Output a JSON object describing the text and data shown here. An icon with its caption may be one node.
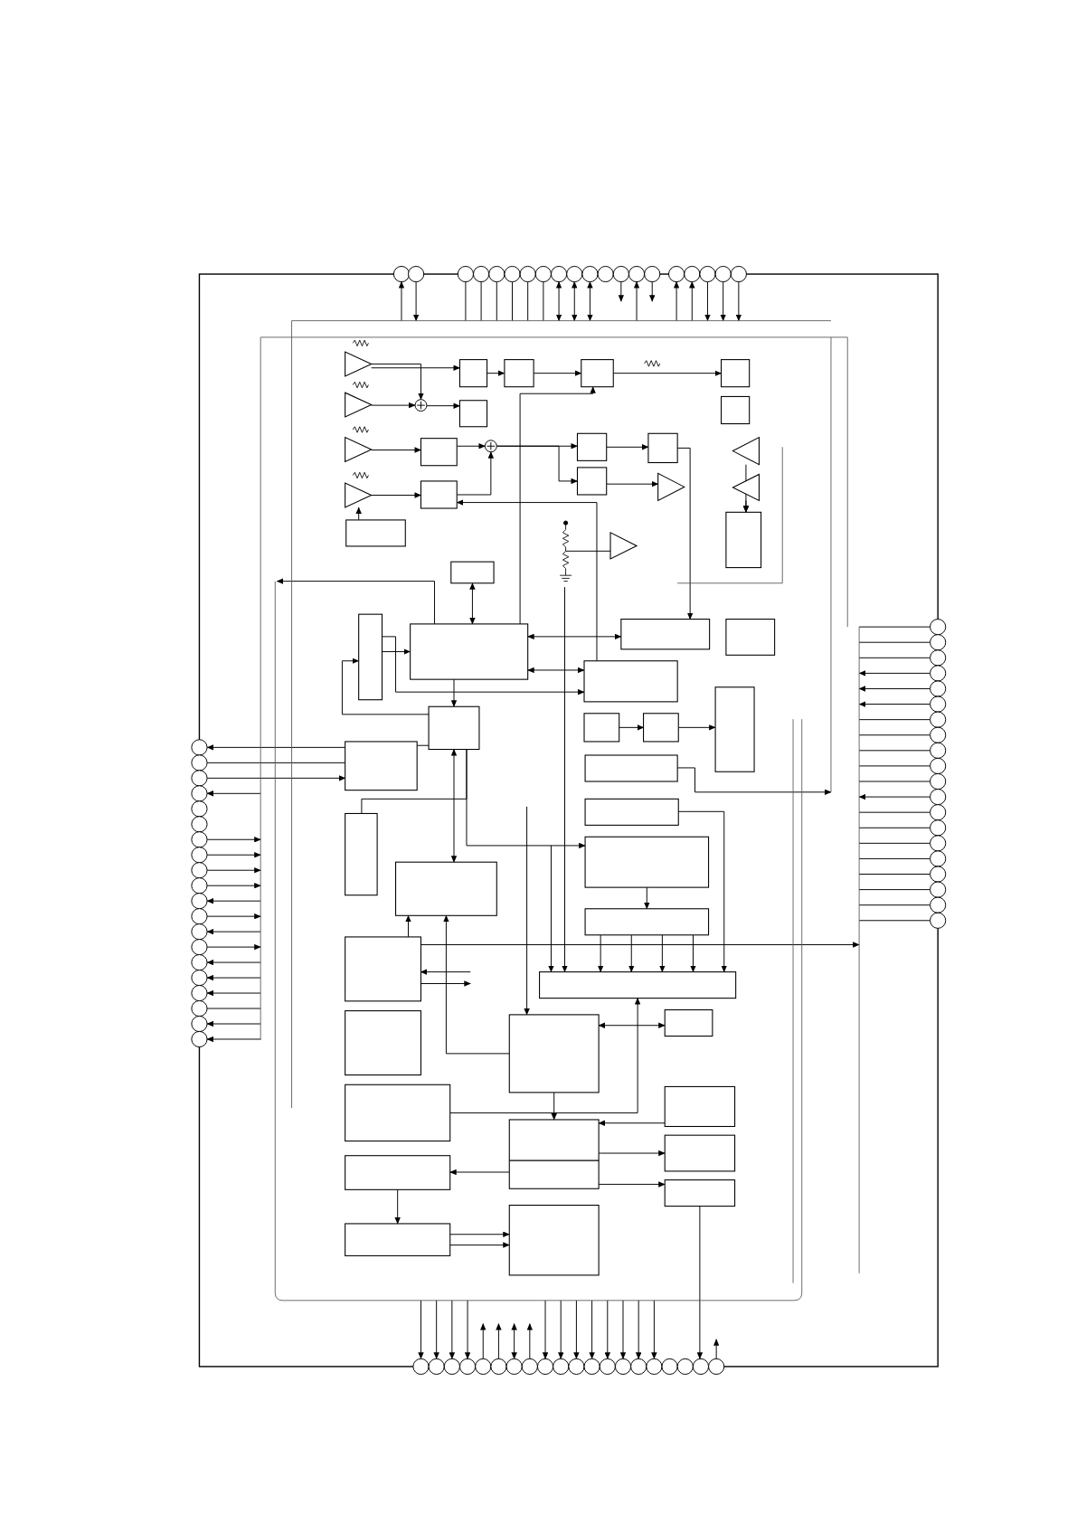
{
  "diagram": {
    "nodes": [
      {
        "text": [],
        "shape": "box"
      },
      {
        "text": [],
        "shape": "circle"
      },
      {
        "text": [],
        "shape": "circle"
      },
      {
        "text": [],
        "shape": "circle"
      },
      {
        "text": [],
        "shape": "circle"
      },
      {
        "text": [],
        "shape": "circle"
      },
      {
        "text": [],
        "shape": "circle"
      },
      {
        "text": [],
        "shape": "circle"
      },
      {
        "text": [],
        "shape": "circle"
      },
      {
        "text": [],
        "shape": "circle"
      },
      {
        "text": [],
        "shape": "circle"
      },
      {
        "text": [],
        "shape": "circle"
      },
      {
        "text": [],
        "shape": "circle"
      },
      {
        "text": [],
        "shape": "circle"
      },
      {
        "text": [],
        "shape": "circle"
      },
      {
        "text": [],
        "shape": "circle"
      },
      {
        "text": [],
        "shape": "circle"
      },
      {
        "text": [],
        "shape": "circle"
      },
      {
        "text": [],
        "shape": "circle"
      },
      {
        "text": [],
        "shape": "circle"
      },
      {
        "text": [],
        "shape": "circle"
      },
      {
        "text": [],
        "shape": "triangle",
        "in": 0
      },
      {
        "text": [],
        "shape": "triangle",
        "in": 0
      },
      {
        "text": [],
        "shape": "triangle",
        "in": 0
      },
      {
        "text": [],
        "shape": "triangle",
        "in": 0
      },
      {
        "text": [],
        "shape": "box",
        "in": 0
      },
      {
        "text": [],
        "shape": "box",
        "in": 0
      },
      {
        "text": [],
        "shape": "box",
        "in": 0
      },
      {
        "text": [],
        "shape": "box",
        "in": 0
      },
      {
        "text": [],
        "shape": "circle",
        "in": 0
      },
      {
        "text": [],
        "shape": "box",
        "in": 0
      },
      {
        "text": [],
        "shape": "box",
        "in": 0
      },
      {
        "text": [],
        "shape": "box",
        "in": 0
      },
      {
        "text": [],
        "shape": "circle",
        "in": 0
      },
      {
        "text": [],
        "shape": "box",
        "in": 0
      },
      {
        "text": [],
        "shape": "box",
        "in": 0
      },
      {
        "text": [],
        "shape": "box",
        "in": 0
      },
      {
        "text": [],
        "shape": "box",
        "in": 0
      },
      {
        "text": [],
        "shape": "box",
        "in": 0
      },
      {
        "text": [],
        "shape": "triangle",
        "in": 0
      },
      {
        "text": [],
        "shape": "triangle",
        "in": 0
      },
      {
        "text": [],
        "shape": "triangle",
        "in": 0
      },
      {
        "text": [],
        "shape": "box",
        "in": 0
      },
      {
        "text": [],
        "shape": "triangle",
        "in": 0
      },
      {
        "text": [],
        "shape": "box",
        "in": 0
      },
      {
        "text": [],
        "shape": "box",
        "in": 0
      },
      {
        "text": [],
        "shape": "box",
        "in": 0
      },
      {
        "text": [],
        "shape": "box",
        "in": 0
      },
      {
        "text": [],
        "shape": "box",
        "in": 0
      },
      {
        "text": [],
        "shape": "box",
        "in": 0
      },
      {
        "text": [],
        "shape": "box",
        "in": 0
      },
      {
        "text": [],
        "shape": "box",
        "in": 0
      },
      {
        "text": [],
        "shape": "box",
        "in": 0
      },
      {
        "text": [],
        "shape": "box",
        "in": 0
      },
      {
        "text": [],
        "shape": "box",
        "in": 0
      },
      {
        "text": [],
        "shape": "box",
        "in": 0
      },
      {
        "text": [],
        "shape": "box",
        "in": 0
      },
      {
        "text": [],
        "shape": "box",
        "in": 0
      },
      {
        "text": [],
        "shape": "box",
        "in": 0
      },
      {
        "text": [],
        "shape": "box",
        "in": 0
      },
      {
        "text": [],
        "shape": "box",
        "in": 0
      },
      {
        "text": [],
        "shape": "box",
        "in": 0
      },
      {
        "text": [],
        "shape": "box",
        "in": 0
      },
      {
        "text": [],
        "shape": "box",
        "in": 0
      },
      {
        "text": [],
        "shape": "box",
        "in": 0
      },
      {
        "text": [],
        "shape": "box",
        "in": 0
      },
      {
        "text": [],
        "shape": "box",
        "in": 0
      },
      {
        "text": [],
        "shape": "box",
        "in": 0
      },
      {
        "text": [],
        "shape": "box",
        "in": 0
      },
      {
        "text": [],
        "shape": "box",
        "in": 0
      },
      {
        "text": [],
        "shape": "box",
        "in": 0
      },
      {
        "text": [],
        "shape": "box",
        "in": 0
      },
      {
        "text": [],
        "shape": "box",
        "in": 0
      },
      {
        "text": [],
        "shape": "box",
        "in": 0
      },
      {
        "text": [],
        "shape": "circle"
      },
      {
        "text": [],
        "shape": "circle"
      },
      {
        "text": [],
        "shape": "circle"
      },
      {
        "text": [],
        "shape": "circle"
      },
      {
        "text": [],
        "shape": "circle"
      },
      {
        "text": [],
        "shape": "circle"
      },
      {
        "text": [],
        "shape": "circle"
      },
      {
        "text": [],
        "shape": "circle"
      },
      {
        "text": [],
        "shape": "circle"
      },
      {
        "text": [],
        "shape": "circle"
      },
      {
        "text": [],
        "shape": "circle"
      },
      {
        "text": [],
        "shape": "circle"
      },
      {
        "text": [],
        "shape": "circle"
      },
      {
        "text": [],
        "shape": "circle"
      },
      {
        "text": [],
        "shape": "circle"
      },
      {
        "text": [],
        "shape": "circle"
      },
      {
        "text": [],
        "shape": "circle"
      },
      {
        "text": [],
        "shape": "circle"
      },
      {
        "text": [],
        "shape": "circle"
      },
      {
        "text": [],
        "shape": "circle"
      },
      {
        "text": [],
        "shape": "circle"
      },
      {
        "text": [],
        "shape": "circle"
      },
      {
        "text": [],
        "shape": "circle"
      },
      {
        "text": [],
        "shape": "circle"
      },
      {
        "text": [],
        "shape": "circle"
      },
      {
        "text": [],
        "shape": "circle"
      },
      {
        "text": [],
        "shape": "circle"
      },
      {
        "text": [],
        "shape": "circle"
      },
      {
        "text": [],
        "shape": "circle"
      },
      {
        "text": [],
        "shape": "circle"
      },
      {
        "text": [],
        "shape": "circle"
      },
      {
        "text": [],
        "shape": "circle"
      },
      {
        "text": [],
        "shape": "circle"
      },
      {
        "text": [],
        "shape": "circle"
      },
      {
        "text": [],
        "shape": "circle"
      },
      {
        "text": [],
        "shape": "circle"
      },
      {
        "text": [],
        "shape": "circle"
      },
      {
        "text": [],
        "shape": "circle"
      },
      {
        "text": [],
        "shape": "circle"
      },
      {
        "text": [],
        "shape": "circle"
      },
      {
        "text": [],
        "shape": "circle"
      },
      {
        "text": [],
        "shape": "circle"
      },
      {
        "text": [],
        "shape": "circle"
      },
      {
        "text": [],
        "shape": "circle"
      },
      {
        "text": [],
        "shape": "circle"
      },
      {
        "text": [],
        "shape": "circle"
      },
      {
        "text": [],
        "shape": "circle"
      },
      {
        "text": [],
        "shape": "circle"
      },
      {
        "text": [],
        "shape": "circle"
      },
      {
        "text": [],
        "shape": "circle"
      },
      {
        "text": [],
        "shape": "circle"
      },
      {
        "text": [],
        "shape": "circle"
      },
      {
        "text": [],
        "shape": "circle"
      },
      {
        "text": [],
        "shape": "circle"
      },
      {
        "text": [],
        "shape": "circle"
      },
      {
        "text": [],
        "shape": "circle"
      },
      {
        "text": [],
        "shape": "circle"
      },
      {
        "text": [],
        "shape": "circle"
      },
      {
        "text": [],
        "shape": "circle"
      },
      {
        "text": [],
        "shape": "circle"
      }
    ],
    "edges": [
      {
        "from": 21,
        "to": 26,
        "arrow": "to"
      },
      {
        "from": 21,
        "to": 29,
        "arrow": "to"
      },
      {
        "from": 22,
        "to": 29,
        "arrow": "to"
      },
      {
        "from": 29,
        "to": 30,
        "arrow": "to"
      },
      {
        "from": 26,
        "to": 27,
        "arrow": "to"
      },
      {
        "from": 27,
        "to": 28,
        "arrow": "to"
      },
      {
        "from": 23,
        "to": 31,
        "arrow": "to"
      },
      {
        "from": 24,
        "to": 32,
        "arrow": "to"
      },
      {
        "from": 31,
        "to": 33,
        "arrow": "to"
      },
      {
        "from": 32,
        "to": 33,
        "arrow": "to"
      },
      {
        "from": 33,
        "to": 34,
        "arrow": "to"
      },
      {
        "from": 33,
        "to": 35,
        "arrow": "to"
      },
      {
        "from": 34,
        "to": 36,
        "arrow": "to"
      },
      {
        "from": 28,
        "to": 37,
        "arrow": "to"
      },
      {
        "from": 35,
        "to": 41,
        "arrow": "to"
      },
      {
        "from": 39,
        "to": 42,
        "arrow": "to"
      },
      {
        "from": 40,
        "to": 42,
        "arrow": "to"
      },
      {
        "from": 25,
        "to": 24,
        "arrow": "to"
      },
      {
        "from": 44,
        "to": 46,
        "arrow": "both"
      },
      {
        "from": 45,
        "to": 46,
        "arrow": "to"
      },
      {
        "from": 46,
        "to": 50,
        "arrow": "to"
      },
      {
        "from": 46,
        "to": 47,
        "arrow": "both"
      },
      {
        "from": 46,
        "to": 49,
        "arrow": "both"
      },
      {
        "from": 51,
        "to": 52,
        "arrow": "to"
      },
      {
        "from": 52,
        "to": 53,
        "arrow": "to"
      },
      {
        "from": 59,
        "to": 50,
        "arrow": "both"
      },
      {
        "from": 54,
        "to": 50,
        "arrow": "none"
      },
      {
        "from": 58,
        "to": 60,
        "arrow": "to"
      },
      {
        "from": 60,
        "to": 62,
        "arrow": "to"
      },
      {
        "from": 60,
        "to": 62,
        "arrow": "to"
      },
      {
        "from": 60,
        "to": 62,
        "arrow": "to"
      },
      {
        "from": 60,
        "to": 62,
        "arrow": "to"
      },
      {
        "from": 57,
        "to": 62,
        "arrow": "to"
      },
      {
        "from": 61,
        "to": 59,
        "arrow": "to"
      },
      {
        "from": 65,
        "to": 64,
        "arrow": "both"
      },
      {
        "from": 65,
        "to": 68,
        "arrow": "to"
      },
      {
        "from": 68,
        "to": 70,
        "arrow": "to"
      },
      {
        "from": 70,
        "to": 72,
        "arrow": "to"
      },
      {
        "from": 72,
        "to": 73,
        "arrow": "to"
      },
      {
        "from": 72,
        "to": 73,
        "arrow": "to"
      },
      {
        "from": 68,
        "to": 69,
        "arrow": "to"
      },
      {
        "from": 67,
        "to": 68,
        "arrow": "to"
      },
      {
        "from": 68,
        "to": 71,
        "arrow": "to"
      },
      {
        "from": 66,
        "to": 62,
        "arrow": "to"
      },
      {
        "from": 65,
        "to": 59,
        "arrow": "to"
      },
      {
        "from": 71,
        "to": 132,
        "arrow": "to"
      },
      {
        "from": null,
        "to": 1,
        "arrow": "to"
      },
      {
        "from": 2,
        "to": null,
        "arrow": "to"
      },
      {
        "from": 3,
        "to": null,
        "arrow": "none"
      },
      {
        "from": 4,
        "to": null,
        "arrow": "none"
      },
      {
        "from": 5,
        "to": null,
        "arrow": "none"
      },
      {
        "from": 6,
        "to": null,
        "arrow": "none"
      },
      {
        "from": 7,
        "to": null,
        "arrow": "none"
      },
      {
        "from": 8,
        "to": null,
        "arrow": "none"
      },
      {
        "from": 9,
        "to": null,
        "arrow": "both"
      },
      {
        "from": 10,
        "to": null,
        "arrow": "both"
      },
      {
        "from": 11,
        "to": null,
        "arrow": "both"
      },
      {
        "from": 13,
        "to": null,
        "arrow": "to"
      },
      {
        "from": null,
        "to": 14,
        "arrow": "to"
      },
      {
        "from": 15,
        "to": null,
        "arrow": "to"
      },
      {
        "from": null,
        "to": 16,
        "arrow": "to"
      },
      {
        "from": null,
        "to": 17,
        "arrow": "to"
      },
      {
        "from": 18,
        "to": null,
        "arrow": "to"
      },
      {
        "from": 19,
        "to": null,
        "arrow": "to"
      },
      {
        "from": 20,
        "to": null,
        "arrow": "to"
      },
      {
        "from": 54,
        "to": 74,
        "arrow": "to"
      },
      {
        "from": 75,
        "to": 54,
        "arrow": "none"
      },
      {
        "from": 76,
        "to": 54,
        "arrow": "to"
      },
      {
        "from": null,
        "to": 77,
        "arrow": "to"
      },
      {
        "from": 80,
        "to": null,
        "arrow": "to"
      },
      {
        "from": 81,
        "to": null,
        "arrow": "to"
      },
      {
        "from": 82,
        "to": null,
        "arrow": "to"
      },
      {
        "from": 83,
        "to": null,
        "arrow": "to"
      },
      {
        "from": null,
        "to": 84,
        "arrow": "to"
      },
      {
        "from": 85,
        "to": null,
        "arrow": "to"
      },
      {
        "from": null,
        "to": 86,
        "arrow": "to"
      },
      {
        "from": 87,
        "to": null,
        "arrow": "to"
      },
      {
        "from": null,
        "to": 88,
        "arrow": "to"
      },
      {
        "from": null,
        "to": 89,
        "arrow": "to"
      },
      {
        "from": null,
        "to": 90,
        "arrow": "to"
      },
      {
        "from": 91,
        "to": null,
        "arrow": "none"
      },
      {
        "from": null,
        "to": 92,
        "arrow": "to"
      },
      {
        "from": null,
        "to": 93,
        "arrow": "to"
      },
      {
        "from": 94,
        "to": null,
        "arrow": "none"
      },
      {
        "from": 95,
        "to": null,
        "arrow": "none"
      },
      {
        "from": 96,
        "to": null,
        "arrow": "none"
      },
      {
        "from": 97,
        "to": null,
        "arrow": "to"
      },
      {
        "from": 98,
        "to": null,
        "arrow": "to"
      },
      {
        "from": 99,
        "to": null,
        "arrow": "to"
      },
      {
        "from": 100,
        "to": null,
        "arrow": "none"
      },
      {
        "from": 101,
        "to": null,
        "arrow": "none"
      },
      {
        "from": 102,
        "to": null,
        "arrow": "none"
      },
      {
        "from": 103,
        "to": null,
        "arrow": "none"
      },
      {
        "from": 104,
        "to": null,
        "arrow": "none"
      },
      {
        "from": 105,
        "to": null,
        "arrow": "to"
      },
      {
        "from": 106,
        "to": null,
        "arrow": "none"
      },
      {
        "from": 107,
        "to": null,
        "arrow": "none"
      },
      {
        "from": 108,
        "to": null,
        "arrow": "none"
      },
      {
        "from": 109,
        "to": null,
        "arrow": "none"
      },
      {
        "from": 110,
        "to": null,
        "arrow": "none"
      },
      {
        "from": 111,
        "to": null,
        "arrow": "none"
      },
      {
        "from": 112,
        "to": null,
        "arrow": "none"
      },
      {
        "from": 113,
        "to": null,
        "arrow": "none"
      },
      {
        "from": null,
        "to": 114,
        "arrow": "to"
      },
      {
        "from": null,
        "to": 115,
        "arrow": "to"
      },
      {
        "from": null,
        "to": 116,
        "arrow": "to"
      },
      {
        "from": null,
        "to": 117,
        "arrow": "to"
      },
      {
        "from": 118,
        "to": null,
        "arrow": "to"
      },
      {
        "from": 119,
        "to": null,
        "arrow": "to"
      },
      {
        "from": 120,
        "to": null,
        "arrow": "both"
      },
      {
        "from": 121,
        "to": null,
        "arrow": "to"
      },
      {
        "from": null,
        "to": 122,
        "arrow": "to"
      },
      {
        "from": null,
        "to": 123,
        "arrow": "to"
      },
      {
        "from": null,
        "to": 124,
        "arrow": "to"
      },
      {
        "from": null,
        "to": 125,
        "arrow": "to"
      },
      {
        "from": null,
        "to": 126,
        "arrow": "to"
      },
      {
        "from": null,
        "to": 127,
        "arrow": "to"
      },
      {
        "from": null,
        "to": 128,
        "arrow": "to"
      },
      {
        "from": null,
        "to": 129,
        "arrow": "to"
      },
      {
        "from": 133,
        "to": null,
        "arrow": "to"
      },
      {
        "from": 46,
        "to": 28,
        "arrow": "to"
      },
      {
        "from": 49,
        "to": 32,
        "arrow": "to"
      },
      {
        "from": 50,
        "to": 58,
        "arrow": "to"
      },
      {
        "from": 55,
        "to": null,
        "arrow": "to"
      },
      {
        "from": 61,
        "to": null,
        "arrow": "to"
      },
      {
        "from": null,
        "to": 61,
        "arrow": "to"
      },
      {
        "from": 61,
        "to": null,
        "arrow": "to"
      },
      {
        "from": 46,
        "to": null,
        "arrow": "to"
      },
      {
        "from": 50,
        "to": 45,
        "arrow": "to"
      },
      {
        "from": 45,
        "to": 49,
        "arrow": "to"
      },
      {
        "from": 56,
        "to": 50,
        "arrow": "none"
      },
      {
        "from": 36,
        "to": 47,
        "arrow": "to"
      },
      {
        "from": null,
        "to": 62,
        "arrow": "to"
      },
      {
        "from": null,
        "to": 65,
        "arrow": "to"
      },
      {
        "from": null,
        "to": 62,
        "arrow": "to"
      },
      {
        "from": null,
        "to": 43,
        "arrow": "none"
      }
    ]
  }
}
